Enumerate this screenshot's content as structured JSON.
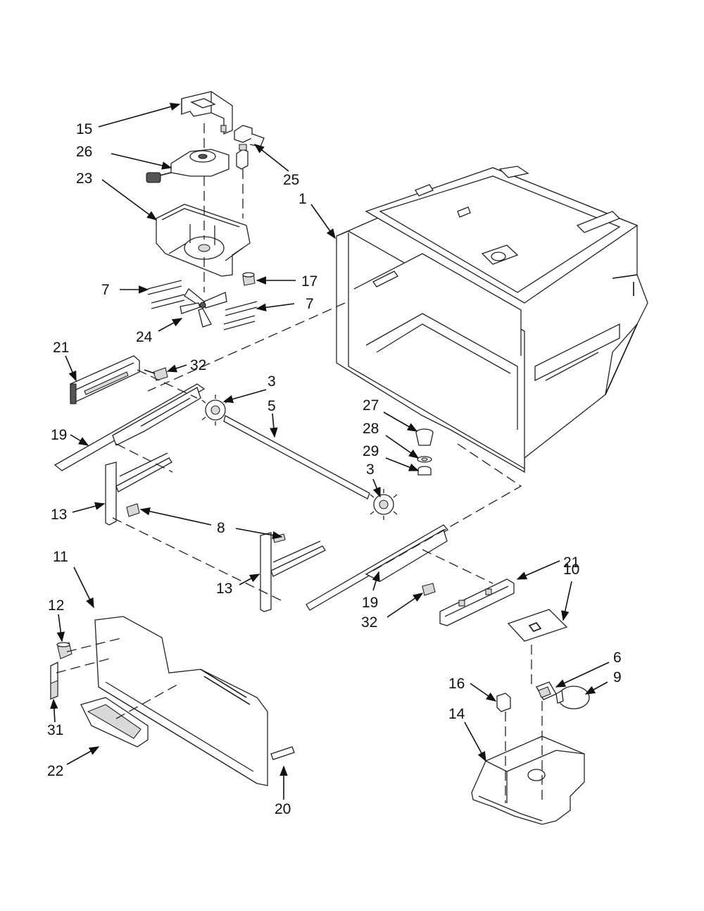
{
  "callouts": [
    {
      "id": "c15",
      "text": "15"
    },
    {
      "id": "c26",
      "text": "26"
    },
    {
      "id": "c25",
      "text": "25"
    },
    {
      "id": "c23",
      "text": "23"
    },
    {
      "id": "c1",
      "text": "1"
    },
    {
      "id": "c7a",
      "text": "7"
    },
    {
      "id": "c17",
      "text": "17"
    },
    {
      "id": "c7b",
      "text": "7"
    },
    {
      "id": "c24",
      "text": "24"
    },
    {
      "id": "c21a",
      "text": "21"
    },
    {
      "id": "c32a",
      "text": "32"
    },
    {
      "id": "c3a",
      "text": "3"
    },
    {
      "id": "c5",
      "text": "5"
    },
    {
      "id": "c27",
      "text": "27"
    },
    {
      "id": "c19a",
      "text": "19"
    },
    {
      "id": "c28",
      "text": "28"
    },
    {
      "id": "c29",
      "text": "29"
    },
    {
      "id": "c3b",
      "text": "3"
    },
    {
      "id": "c13a",
      "text": "13"
    },
    {
      "id": "c8",
      "text": "8"
    },
    {
      "id": "c11",
      "text": "11"
    },
    {
      "id": "c21b",
      "text": "21"
    },
    {
      "id": "c10",
      "text": "10"
    },
    {
      "id": "c13b",
      "text": "13"
    },
    {
      "id": "c12",
      "text": "12"
    },
    {
      "id": "c19b",
      "text": "19"
    },
    {
      "id": "c32b",
      "text": "32"
    },
    {
      "id": "c6",
      "text": "6"
    },
    {
      "id": "c16",
      "text": "16"
    },
    {
      "id": "c9",
      "text": "9"
    },
    {
      "id": "c14",
      "text": "14"
    },
    {
      "id": "c31",
      "text": "31"
    },
    {
      "id": "c22",
      "text": "22"
    },
    {
      "id": "c20",
      "text": "20"
    }
  ]
}
